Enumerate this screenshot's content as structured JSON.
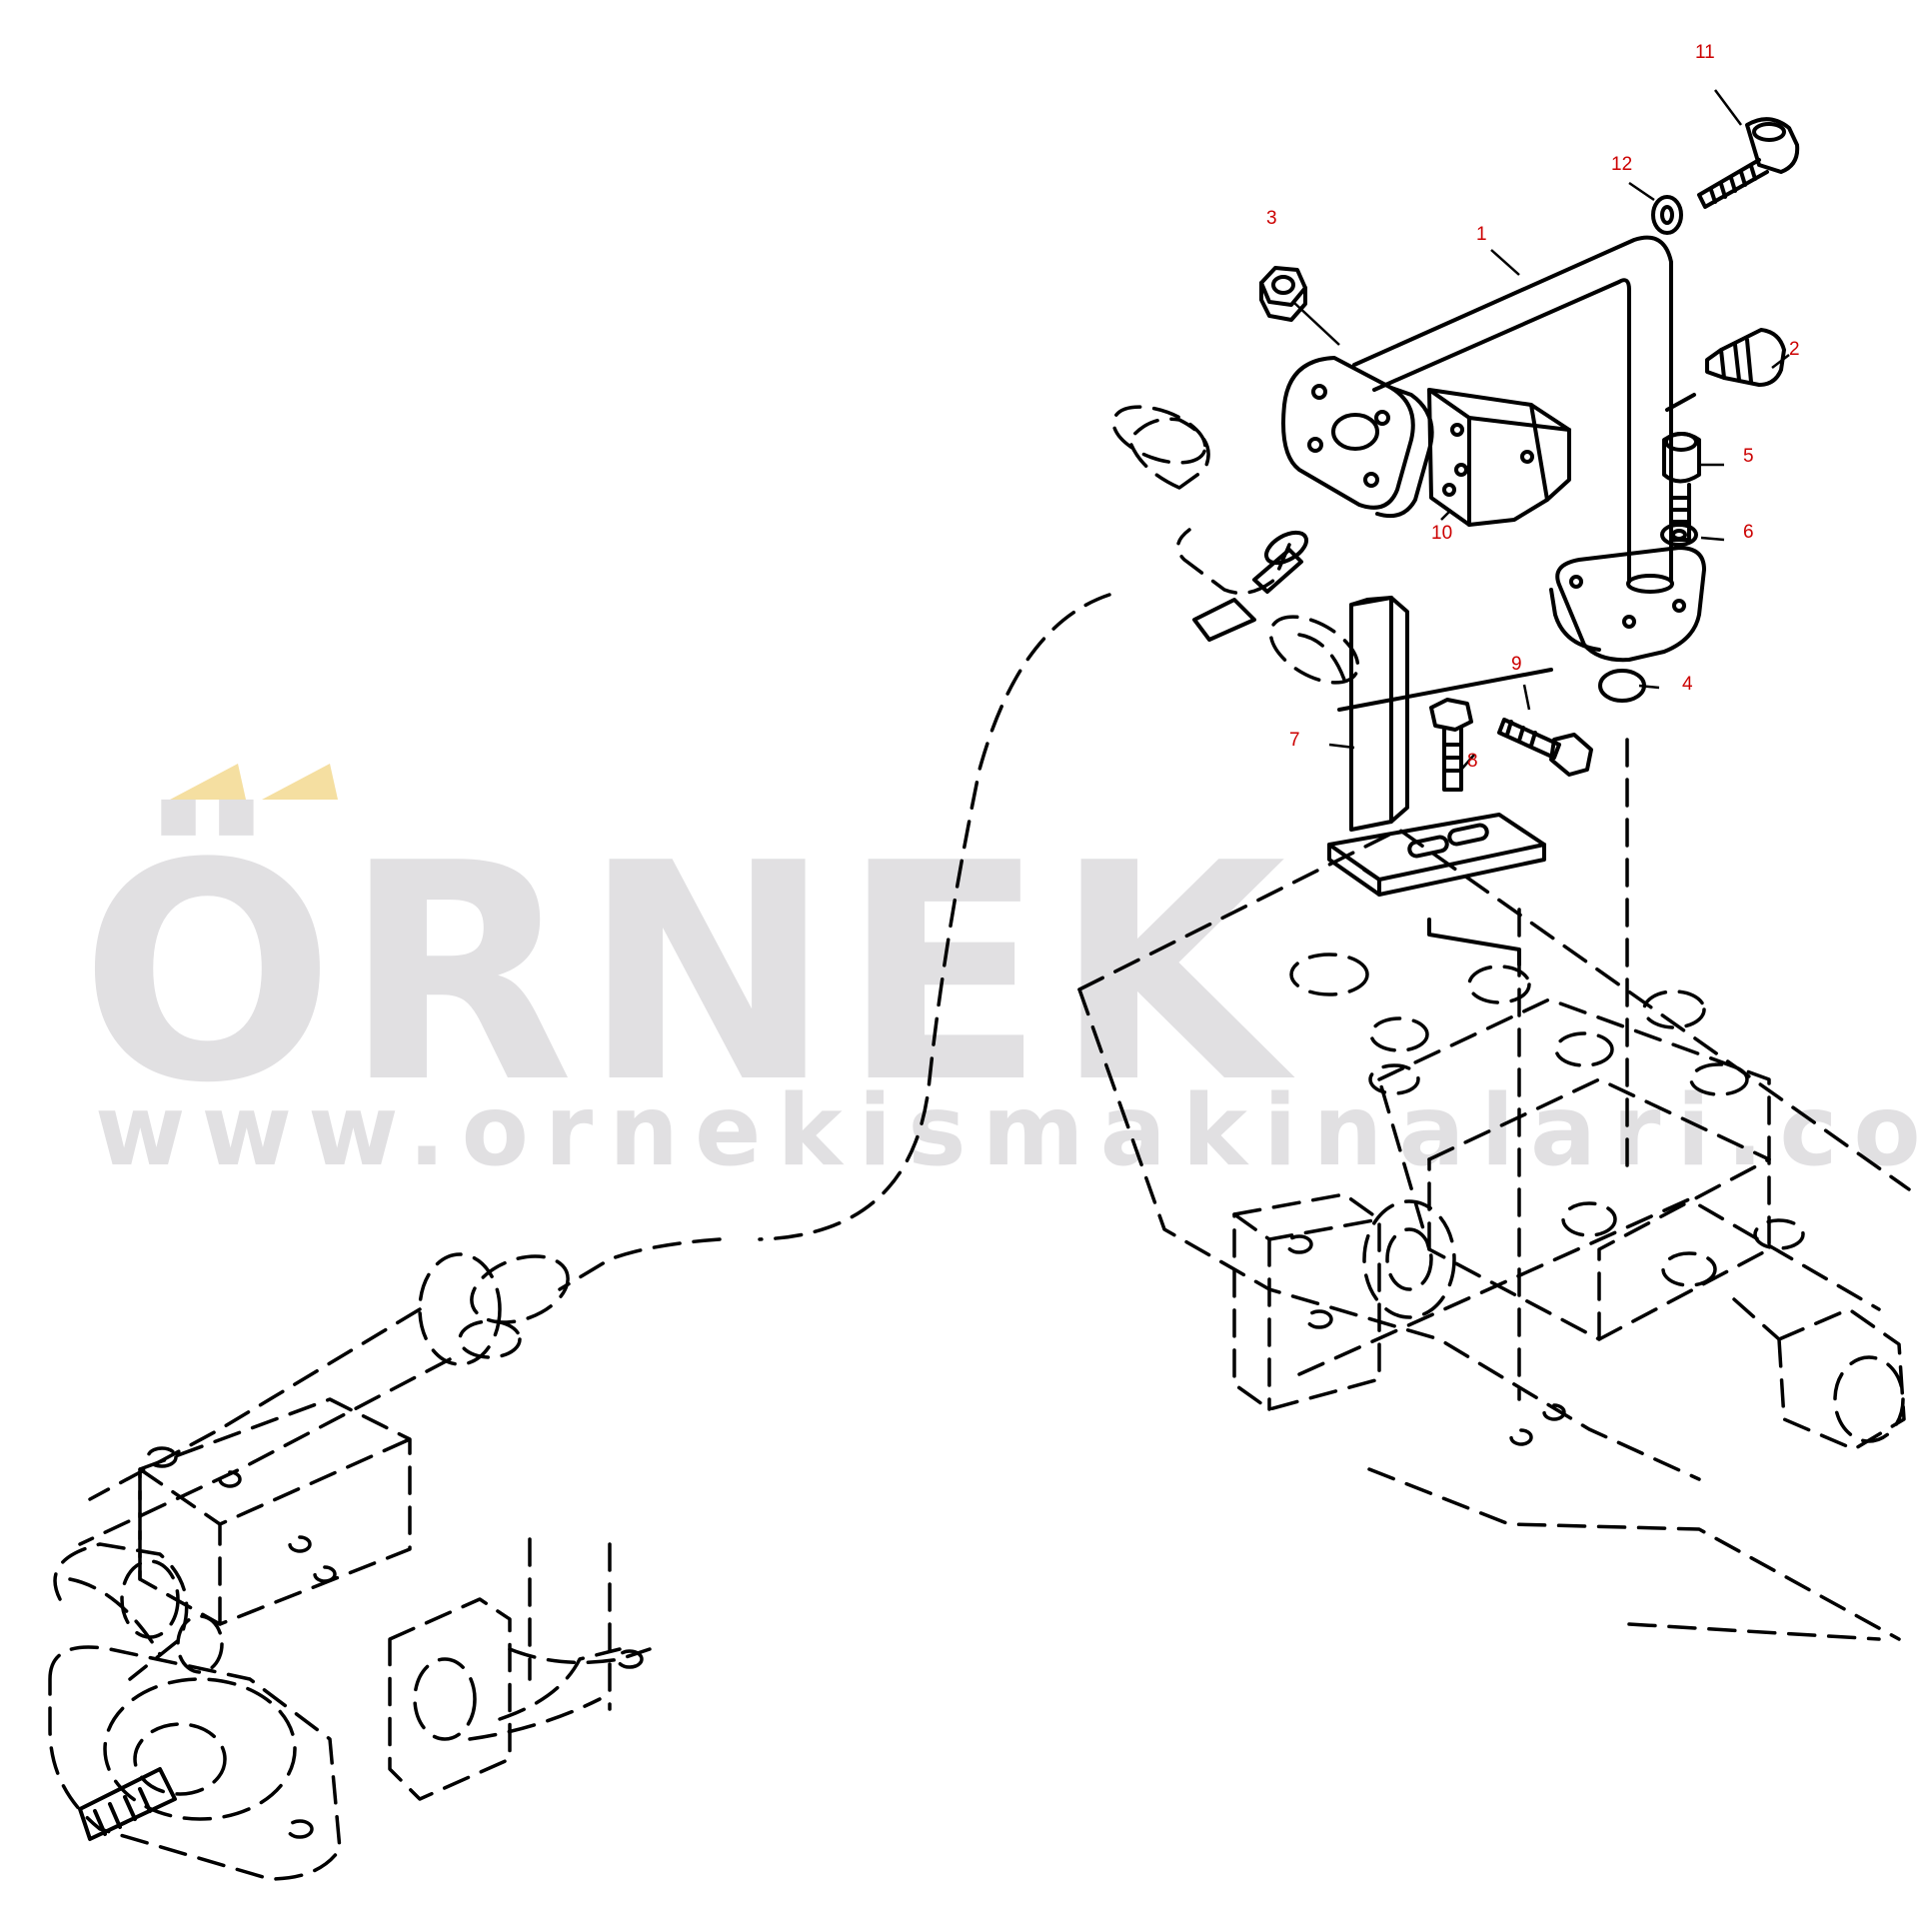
{
  "watermark": {
    "brand": "ÖRNEK",
    "url": "www.ornekismakinalari.com.tr",
    "accent_color": "#f3d78a",
    "text_color": "#c9c7cc"
  },
  "callout_color": "#cc0000",
  "callouts": [
    "1",
    "2",
    "3",
    "4",
    "5",
    "6",
    "7",
    "8",
    "9",
    "10",
    "11",
    "12"
  ]
}
